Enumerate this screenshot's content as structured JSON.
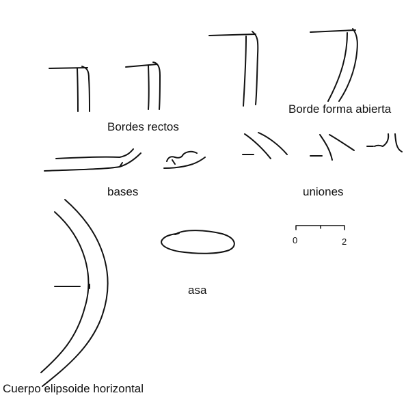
{
  "labels": {
    "bordes_rectos": "Bordes rectos",
    "borde_forma_abierta": "Borde forma abierta",
    "bases": "bases",
    "uniones": "uniones",
    "asa": "asa",
    "cuerpo": "Cuerpo elipsoide horizontal"
  },
  "scale": {
    "min": "0",
    "max": "2"
  },
  "colors": {
    "ink": "#111111",
    "background": "#ffffff"
  }
}
